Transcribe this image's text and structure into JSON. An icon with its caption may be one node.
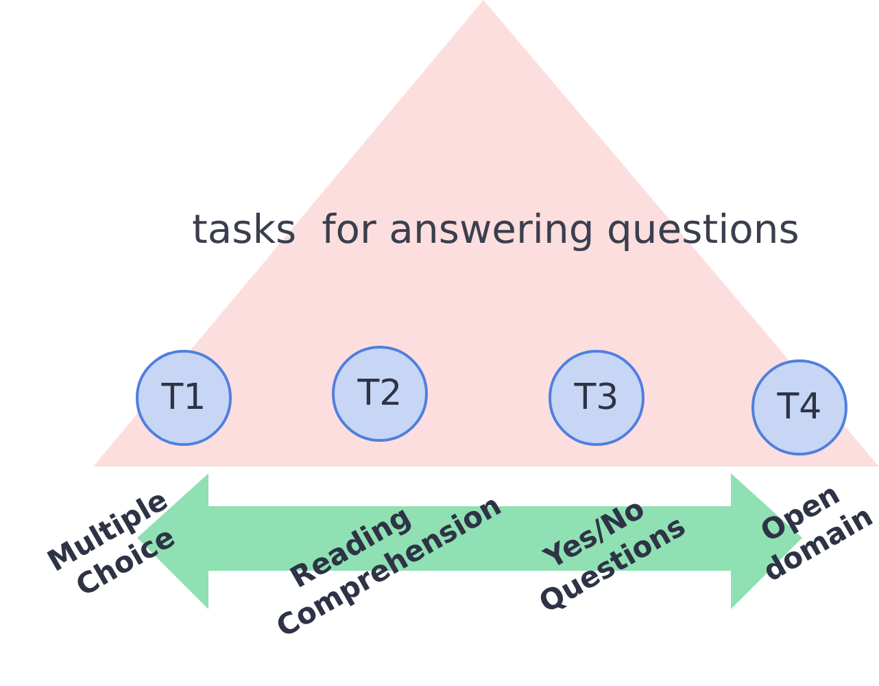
{
  "diagram": {
    "nodes": [
      {
        "text": [
          "tasks  for answering questions"
        ]
      },
      {
        "text": [
          "T1"
        ]
      },
      {
        "text": [
          "T2"
        ]
      },
      {
        "text": [
          "T3"
        ]
      },
      {
        "text": [
          "T4"
        ]
      },
      {
        "text": [
          "Multiple Choice",
          "Reading Comprehension",
          "Yes/No Questions",
          "Open domain"
        ]
      }
    ],
    "edges": []
  }
}
